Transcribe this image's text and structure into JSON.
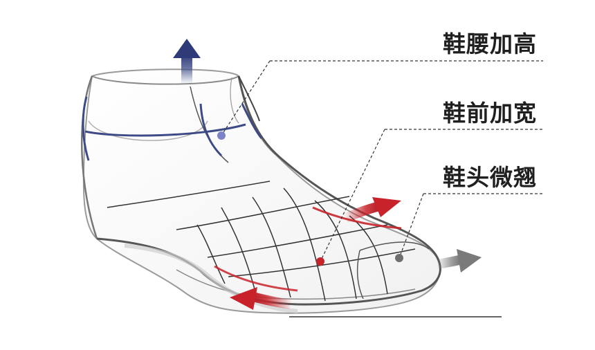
{
  "labels": {
    "collar_raise": "鞋腰加高",
    "forefoot_widen": "鞋前加宽",
    "toe_spring": "鞋头微翘"
  },
  "colors": {
    "blue": "#3d4a86",
    "red": "#c8232a",
    "gray": "#8a8a8a",
    "outline": "#2a2a2a"
  }
}
